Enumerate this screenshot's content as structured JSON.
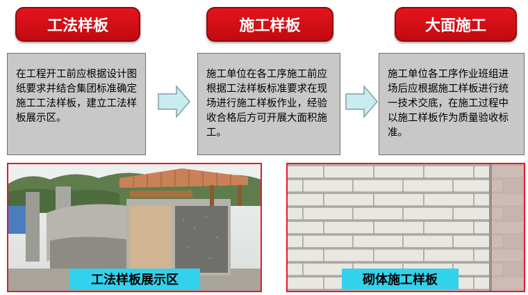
{
  "headers": [
    "工法样板",
    "施工样板",
    "大面施工"
  ],
  "descriptions": [
    "在工程开工前应根据设计图纸要求并结合集团标准确定施工工法样板，建立工法样板展示区。",
    "施工单位在各工序施工前应根据工法样板标准要求在现场进行施工样板作业，经验收合格后方可开展大面积施工。",
    "施工单位各工序作业班组进场后应根据施工样板进行统一技术交底，在施工过程中以施工样板作为质量验收标准。"
  ],
  "photos": [
    {
      "caption": "工法样板展示区"
    },
    {
      "caption": "砌体施工样板"
    }
  ],
  "colors": {
    "header": "#d4101a",
    "box": "#c8c8c8",
    "arrow": "#c8ecf0",
    "caption": "#33d2ec",
    "photo_border": "#e01a2a"
  }
}
